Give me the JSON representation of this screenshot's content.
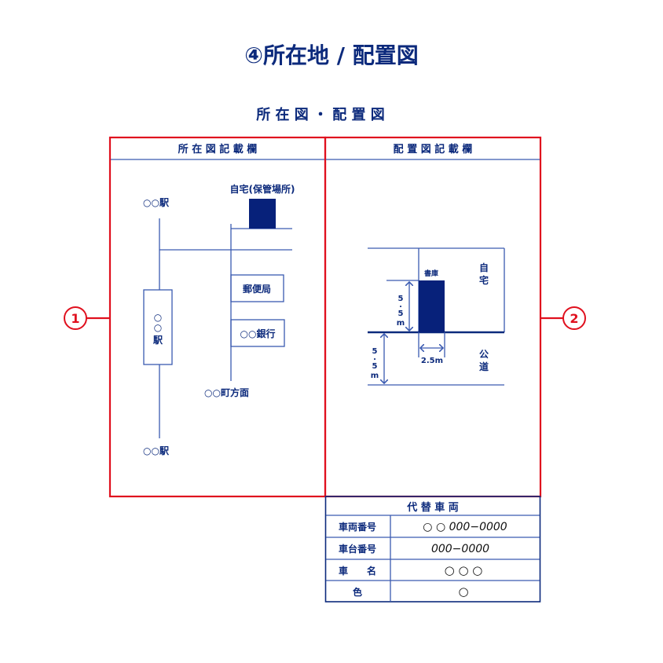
{
  "title": "④所在地 / 配置図",
  "subtitle": "所 在 図 ・ 配 置 図",
  "colors": {
    "navy": "#0c2a7c",
    "red": "#e0101e",
    "line": "#3a5ab0"
  },
  "callouts": [
    "1",
    "2"
  ],
  "location_map": {
    "header": "所 在 図 記 載 欄",
    "station_top": "○○駅",
    "station_bottom": "○○駅",
    "station_box": [
      "○",
      "○",
      "駅"
    ],
    "home": "自宅(保管場所)",
    "post_office": "郵便局",
    "bank": "○○銀行",
    "direction": "○○町方面"
  },
  "layout_map": {
    "header": "配 置 図 記 載 欄",
    "storage": "書庫",
    "home": [
      "自",
      "宅"
    ],
    "road": [
      "公",
      "道"
    ],
    "depth": [
      "5",
      ".",
      "5",
      "m"
    ],
    "setback": [
      "5",
      ".",
      "5",
      "m"
    ],
    "width": "2.5m"
  },
  "vehicle_table": {
    "header": "代 替 車 両",
    "rows": [
      {
        "label": "車両番号",
        "value": "○ ○ 000−0000"
      },
      {
        "label": "車台番号",
        "value": "000−0000"
      },
      {
        "label": "車　　名",
        "value": "○ ○ ○"
      },
      {
        "label": "色",
        "value": "○"
      }
    ]
  }
}
